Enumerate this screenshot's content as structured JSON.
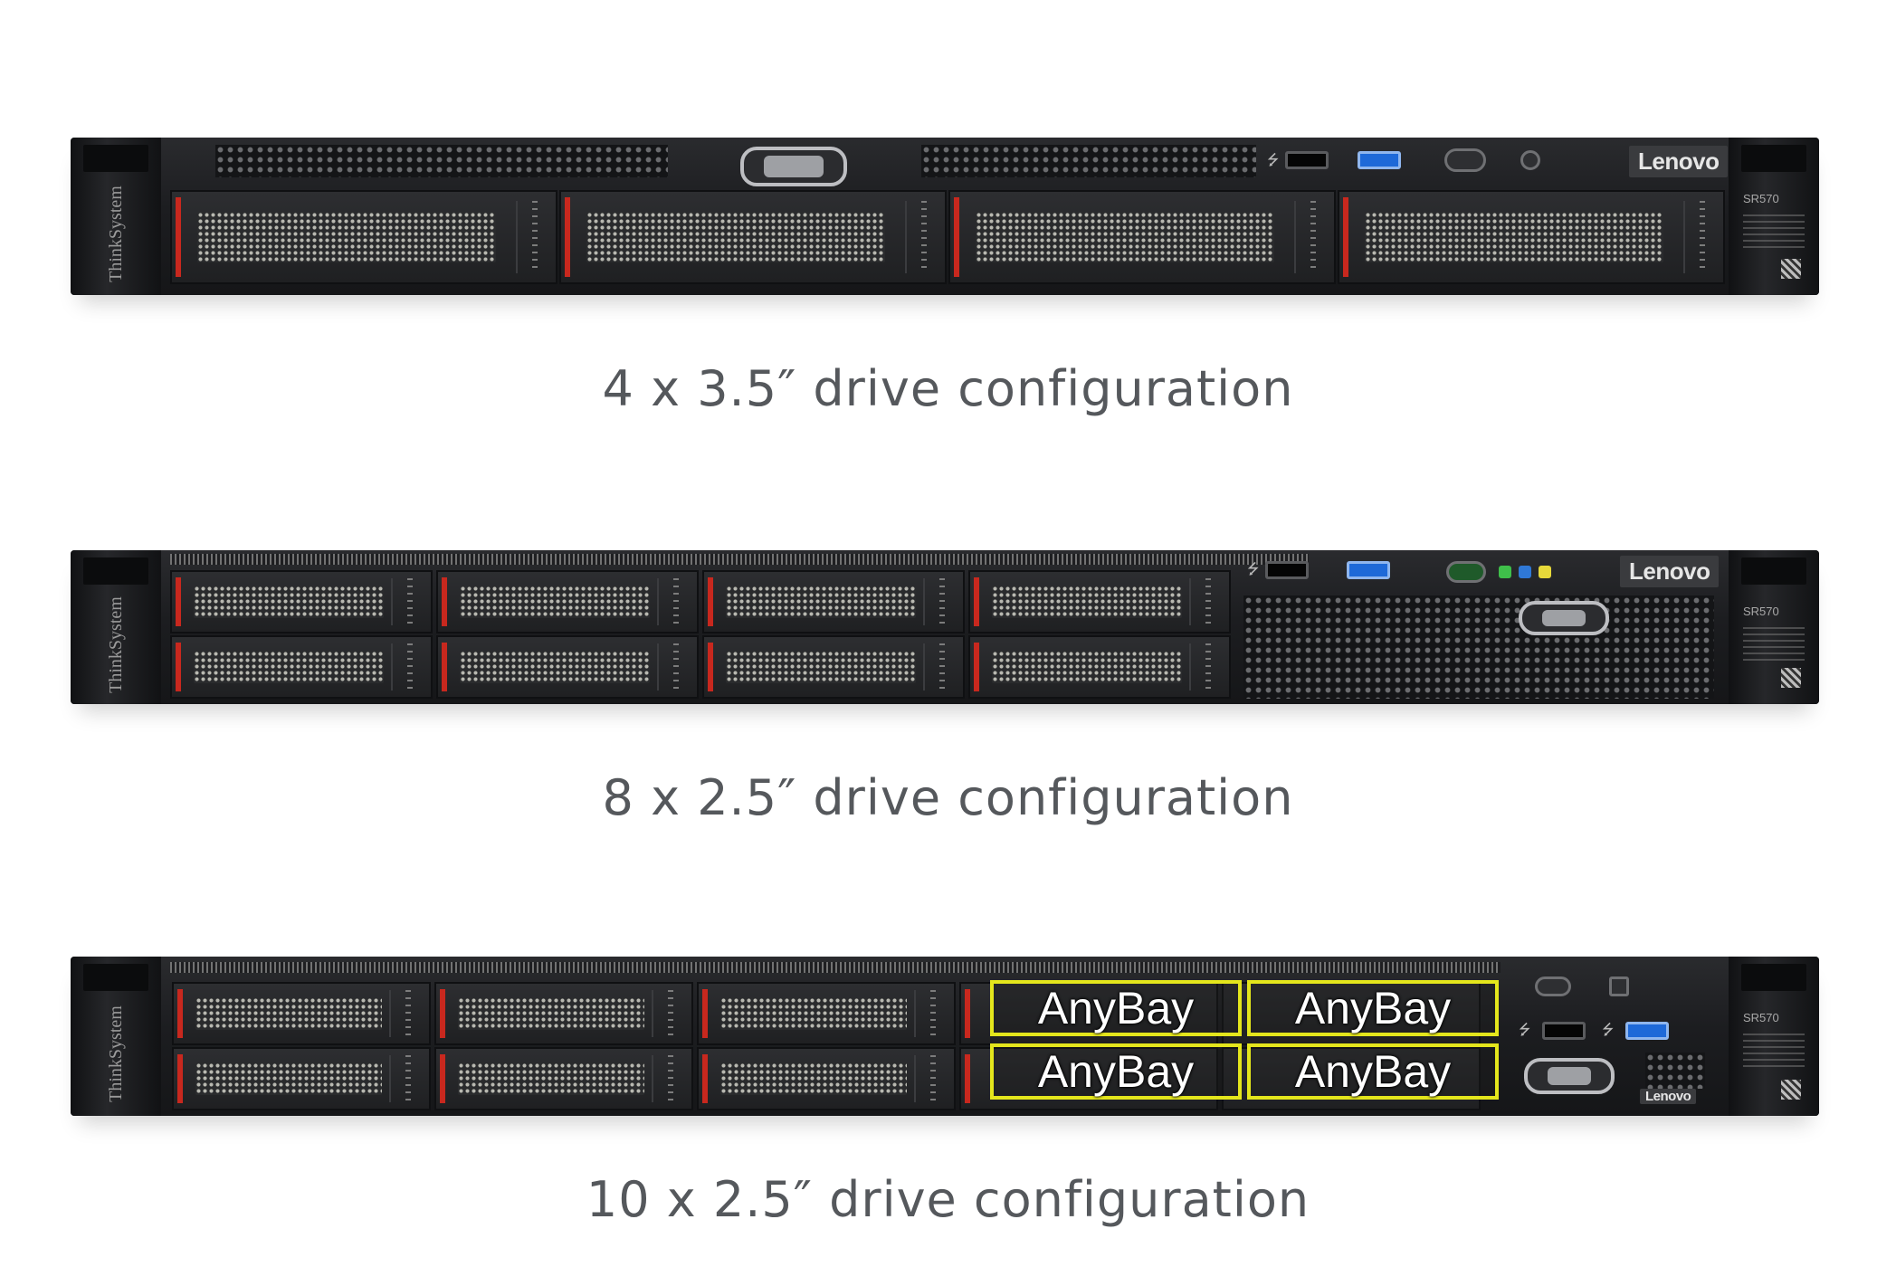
{
  "configurations": [
    {
      "caption": "4 x 3.5″ drive configuration",
      "brand_logo": "Lenovo",
      "side_label": "ThinkSystem",
      "model_label": "SR570"
    },
    {
      "caption": "8 x 2.5″ drive configuration",
      "brand_logo": "Lenovo",
      "side_label": "ThinkSystem",
      "model_label": "SR570"
    },
    {
      "caption": "10 x 2.5″ drive configuration",
      "brand_logo": "Lenovo",
      "side_label": "ThinkSystem",
      "model_label": "SR570",
      "anybay_labels": [
        "AnyBay",
        "AnyBay",
        "AnyBay",
        "AnyBay"
      ]
    }
  ],
  "colors": {
    "drive_latch": "#c8281e",
    "anybay_highlight": "#e4e61c",
    "usb3_port": "#1e69d8",
    "caption_text": "#55585c"
  }
}
